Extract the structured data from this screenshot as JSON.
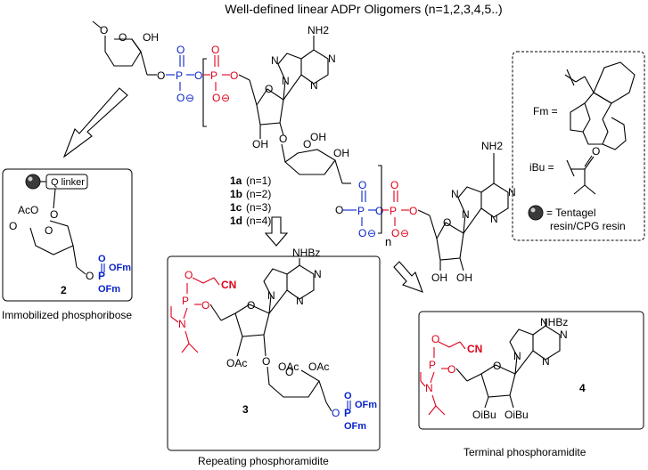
{
  "title": "Well-defined linear ADPr Oligomers (n=1,2,3,4,5..)",
  "compounds": [
    {
      "label": "1a",
      "n": "(n=1)"
    },
    {
      "label": "1b",
      "n": "(n=2)"
    },
    {
      "label": "1c",
      "n": "(n=3)"
    },
    {
      "label": "1d",
      "n": "(n=4)"
    }
  ],
  "oligomer": {
    "bracket_n": "n",
    "nh2": "NH2",
    "oh": "OH"
  },
  "legend": {
    "fm_label": "Fm =",
    "ibu_label": "iBu =",
    "resin_label_line1": "= Tentagel",
    "resin_label_line2": "resin/CPG resin"
  },
  "box2": {
    "number": "2",
    "linker": "Q linker",
    "aco": "AcO",
    "ofm": "OFm",
    "caption": "Immobilized phosphoribose"
  },
  "box3": {
    "number": "3",
    "nhbz": "NHBz",
    "cn": "CN",
    "oac": "OAc",
    "ofm": "OFm",
    "caption": "Repeating phosphoramidite"
  },
  "box4": {
    "number": "4",
    "nhbz": "NHBz",
    "cn": "CN",
    "oibu": "OiBu",
    "caption": "Terminal phosphoramidite"
  },
  "atoms": {
    "P": "P",
    "O": "O",
    "N": "N",
    "charge": "⊖"
  }
}
